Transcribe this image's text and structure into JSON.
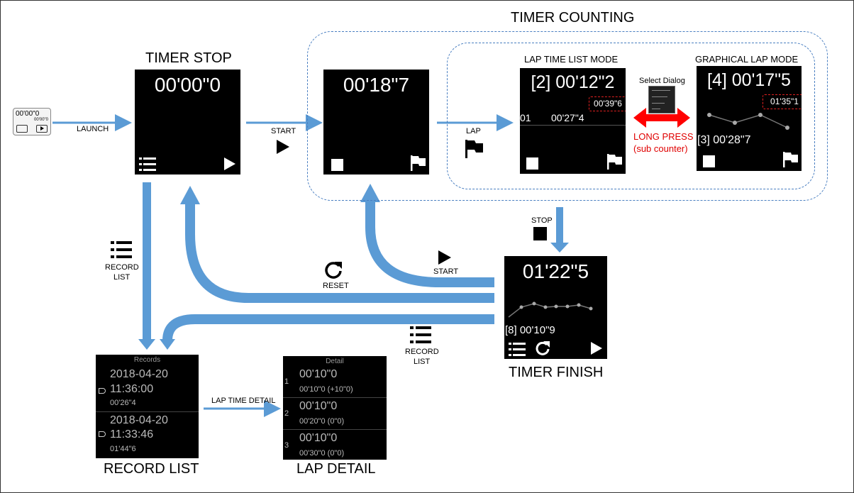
{
  "titles": {
    "timer_counting": "TIMER COUNTING",
    "timer_stop": "TIMER STOP",
    "lap_time_list_mode": "LAP TIME LIST MODE",
    "graphical_lap_mode": "GRAPHICAL LAP MODE",
    "timer_finish": "TIMER FINISH",
    "record_list": "RECORD LIST",
    "lap_detail": "LAP DETAIL"
  },
  "labels": {
    "launch": "LAUNCH",
    "start": "START",
    "lap": "LAP",
    "stop": "STOP",
    "reset": "RESET",
    "start2": "START",
    "record_list_a": "RECORD",
    "record_list_b": "LIST",
    "record_list2_a": "RECORD",
    "record_list2_b": "LIST",
    "lap_time_detail": "LAP TIME DETAIL",
    "select_dialog": "Select Dialog",
    "long_press_a": "LONG PRESS",
    "long_press_b": "(sub counter)"
  },
  "icon_app": {
    "time": "00'00\"0",
    "sub": "00'00\"0"
  },
  "screens": {
    "stop": {
      "time": "00'00\"0"
    },
    "counting": {
      "time": "00'18\"7"
    },
    "lap_list": {
      "time": "[2] 00'12\"2",
      "sub": "00'39\"6",
      "row_num": "01",
      "row_time": "00'27\"4"
    },
    "graph": {
      "time": "[4] 00'17\"5",
      "sub": "01'35\"1",
      "lap": "[3] 00'28\"7"
    },
    "finish": {
      "time": "01'22\"5",
      "lap": "[8] 00'10\"9"
    },
    "records": {
      "header": "Records",
      "items": [
        {
          "date": "2018-04-20",
          "time": "11:36:00",
          "dur": "00'26\"4"
        },
        {
          "date": "2018-04-20",
          "time": "11:33:46",
          "dur": "01'44\"6"
        }
      ]
    },
    "detail": {
      "header": "Detail",
      "items": [
        {
          "num": "1",
          "lap": "00'10\"0",
          "total": "00'10\"0 (+10\"0)"
        },
        {
          "num": "2",
          "lap": "00'10\"0",
          "total": "00'20\"0 (0\"0)"
        },
        {
          "num": "3",
          "lap": "00'10\"0",
          "total": "00'30\"0 (0\"0)"
        }
      ]
    }
  },
  "colors": {
    "arrow": "#5b9bd5",
    "dash": "#4a7fc1",
    "red": "#ff0000",
    "label_red": "#e00000"
  },
  "icons": [
    "list-icon",
    "play-icon",
    "stop-icon",
    "flag-icon",
    "reset-icon"
  ]
}
